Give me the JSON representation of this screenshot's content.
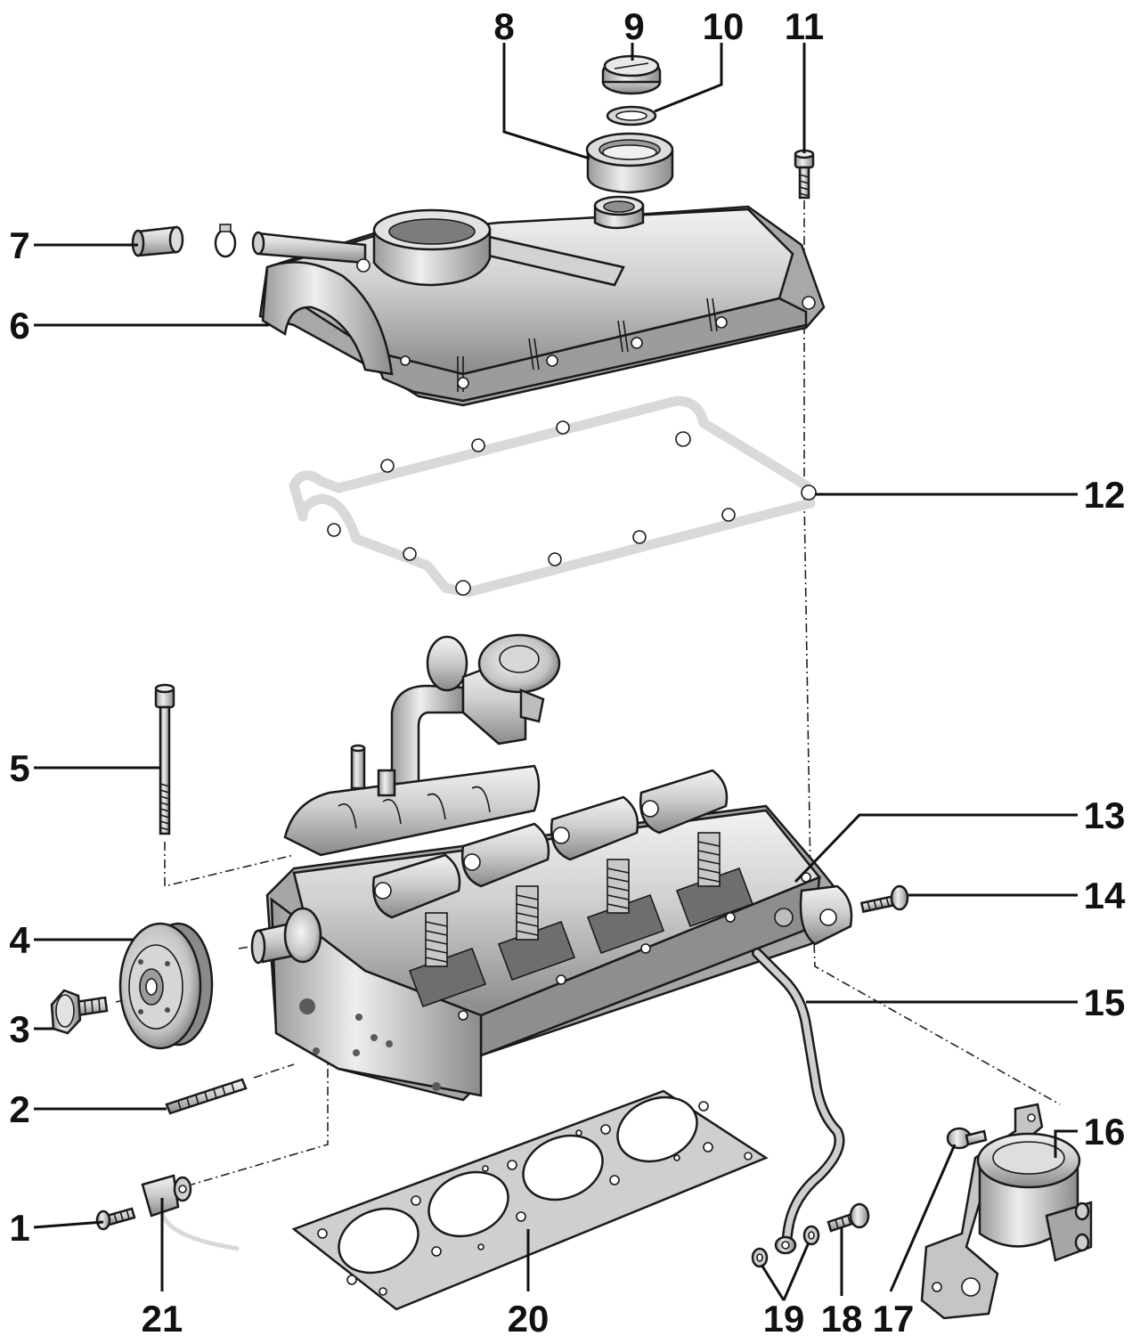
{
  "callouts": [
    {
      "id": "1",
      "label": "1"
    },
    {
      "id": "2",
      "label": "2"
    },
    {
      "id": "3",
      "label": "3"
    },
    {
      "id": "4",
      "label": "4"
    },
    {
      "id": "5",
      "label": "5"
    },
    {
      "id": "6",
      "label": "6"
    },
    {
      "id": "7",
      "label": "7"
    },
    {
      "id": "8",
      "label": "8"
    },
    {
      "id": "9",
      "label": "9"
    },
    {
      "id": "10",
      "label": "10"
    },
    {
      "id": "11",
      "label": "11"
    },
    {
      "id": "12",
      "label": "12"
    },
    {
      "id": "13",
      "label": "13"
    },
    {
      "id": "14",
      "label": "14"
    },
    {
      "id": "15",
      "label": "15"
    },
    {
      "id": "16",
      "label": "16"
    },
    {
      "id": "17",
      "label": "17"
    },
    {
      "id": "18",
      "label": "18"
    },
    {
      "id": "19",
      "label": "19"
    },
    {
      "id": "20",
      "label": "20"
    },
    {
      "id": "21",
      "label": "21"
    }
  ],
  "colors": {
    "background": "#ffffff",
    "ink": "#111111",
    "metal_light": "#e4e4e4",
    "metal_mid": "#b9b9b9",
    "metal_dark": "#7d7d7d"
  }
}
